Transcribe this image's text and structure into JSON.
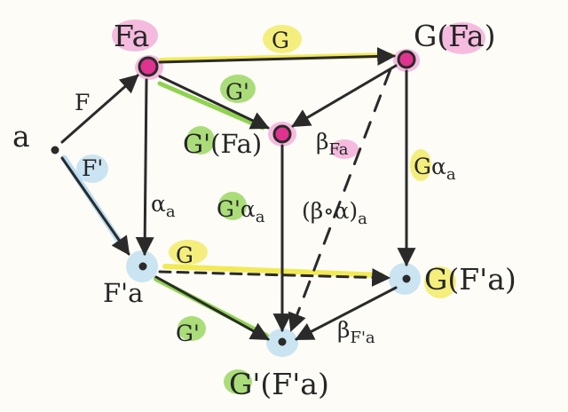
{
  "colors": {
    "ink": "#2a2a2a",
    "pink": "#e0338f",
    "pink_wash": "#f3a6d6",
    "blue_wash": "#b9dcf0",
    "green": "#8fd34f",
    "yellow": "#f2ea55",
    "paper": "#fdfcf7"
  },
  "nodes": {
    "a": "a",
    "Fa": "Fa",
    "GFa": "G(Fa)",
    "GpFa": "G'(Fa)",
    "Fpa": "F'a",
    "GFpa": "G(F'a)",
    "GpFpa": "G'(F'a)"
  },
  "arrows": {
    "F": "F",
    "Fp": "F'",
    "G_top": "G",
    "Gp_top": "G'",
    "G_bottom": "G",
    "Gp_bottom": "G'",
    "alpha": "α",
    "alpha_sub": "a",
    "Galpha_G": "G",
    "Galpha_alpha": "α",
    "Galpha_sub": "a",
    "Gpalpha_G": "G'",
    "Gpalpha_alpha": "α",
    "Gpalpha_sub": "a",
    "betaFa": "β",
    "betaFa_sub": "Fa",
    "betaFpa": "β",
    "betaFpa_sub": "F'a",
    "comp": "(β∘α)",
    "comp_sub": "a"
  }
}
